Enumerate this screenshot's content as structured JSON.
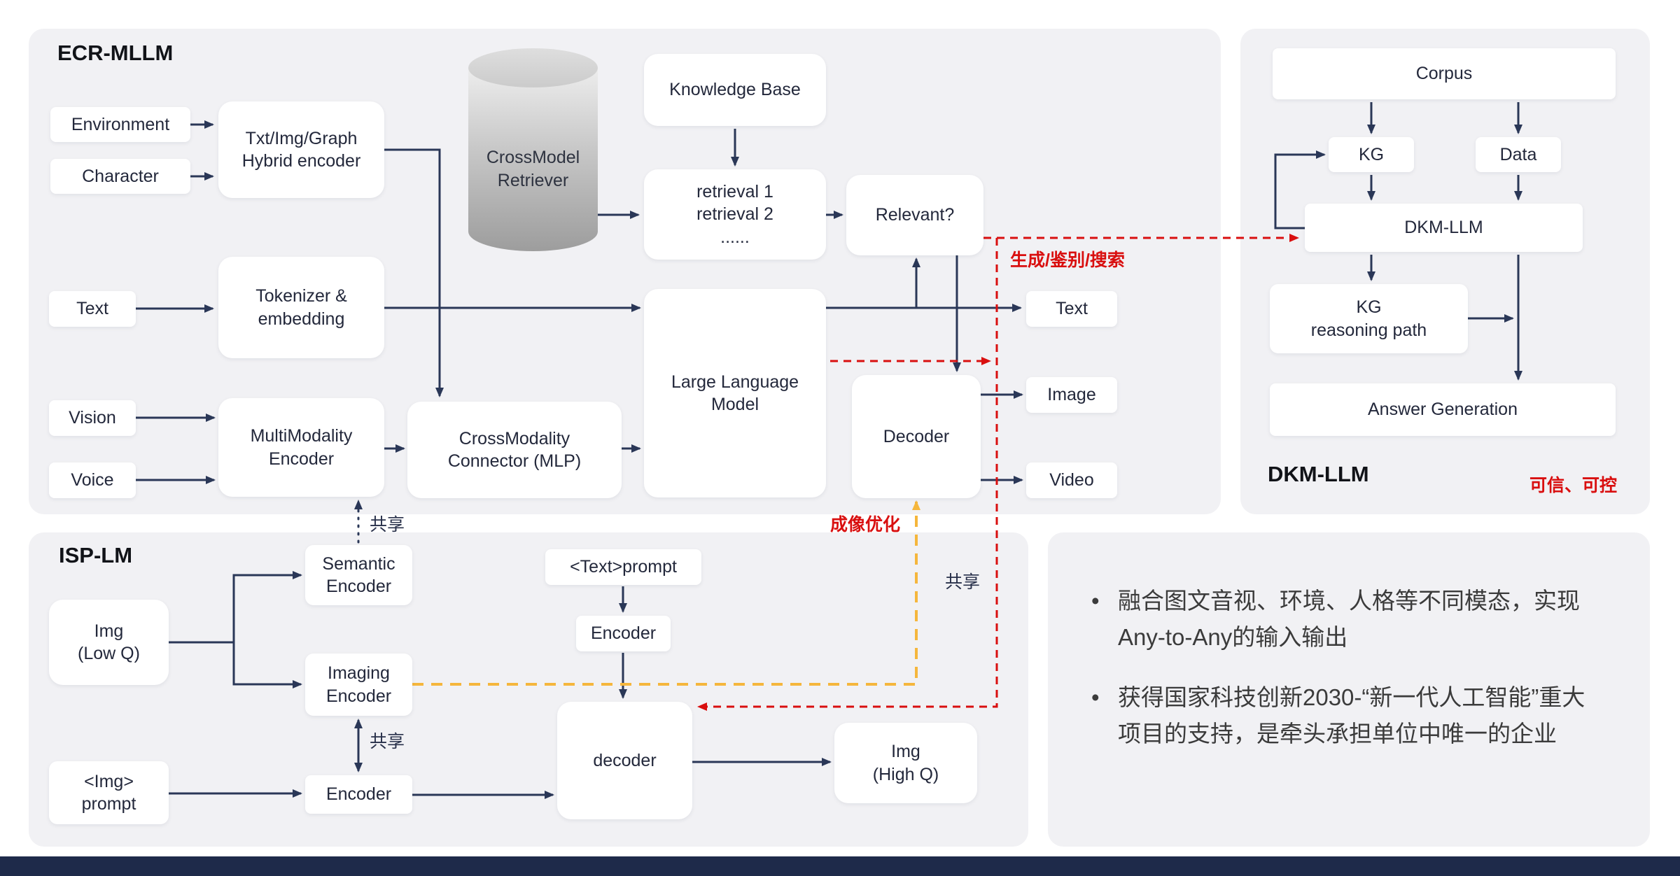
{
  "ecr": {
    "title": "ECR-MLLM",
    "environment": "Environment",
    "character": "Character",
    "hybrid_encoder": "Txt/Img/Graph\nHybrid encoder",
    "retriever": "CrossModel\nRetriever",
    "knowledge_base": "Knowledge Base",
    "retrieval_list": "retrieval 1\nretrieval 2\n......",
    "relevant": "Relevant?",
    "text_in": "Text",
    "tokenizer": "Tokenizer &\nembedding",
    "llm": "Large Language\nModel",
    "vision": "Vision",
    "voice": "Voice",
    "mm_encoder": "MultiModality\nEncoder",
    "cm_connector": "CrossModality\nConnector (MLP)",
    "decoder": "Decoder",
    "out_text": "Text",
    "out_image": "Image",
    "out_video": "Video",
    "label_generate": "生成/鉴别/搜索",
    "label_share_top": "共享",
    "label_imaging_opt": "成像优化",
    "label_share_right": "共享"
  },
  "isp": {
    "title": "ISP-LM",
    "img_low": "Img\n(Low Q)",
    "semantic_encoder": "Semantic\nEncoder",
    "imaging_encoder": "Imaging\nEncoder",
    "text_prompt": "<Text>prompt",
    "encoder_text": "Encoder",
    "decoder": "decoder",
    "img_prompt": "<Img>\nprompt",
    "encoder_img": "Encoder",
    "img_high": "Img\n(High Q)",
    "label_share": "共享"
  },
  "dkm": {
    "title": "DKM-LLM",
    "corpus": "Corpus",
    "kg": "KG",
    "data": "Data",
    "dkm_llm": "DKM-LLM",
    "kg_reasoning": "KG\nreasoning path",
    "answer_generation": "Answer Generation",
    "label_trust": "可信、可控"
  },
  "notes": {
    "items": [
      "融合图文音视、环境、人格等不同模态，实现Any-to-Any的输入输出",
      "获得国家科技创新2030-“新一代人工智能”重大项目的支持，是牵头承担单位中唯一的企业"
    ]
  },
  "colors": {
    "arrow": "#2a3757",
    "red": "#d90f0f",
    "yellow": "#f5b63c",
    "panel": "#f1f1f4",
    "bottom_bar": "#1e2a4a"
  }
}
